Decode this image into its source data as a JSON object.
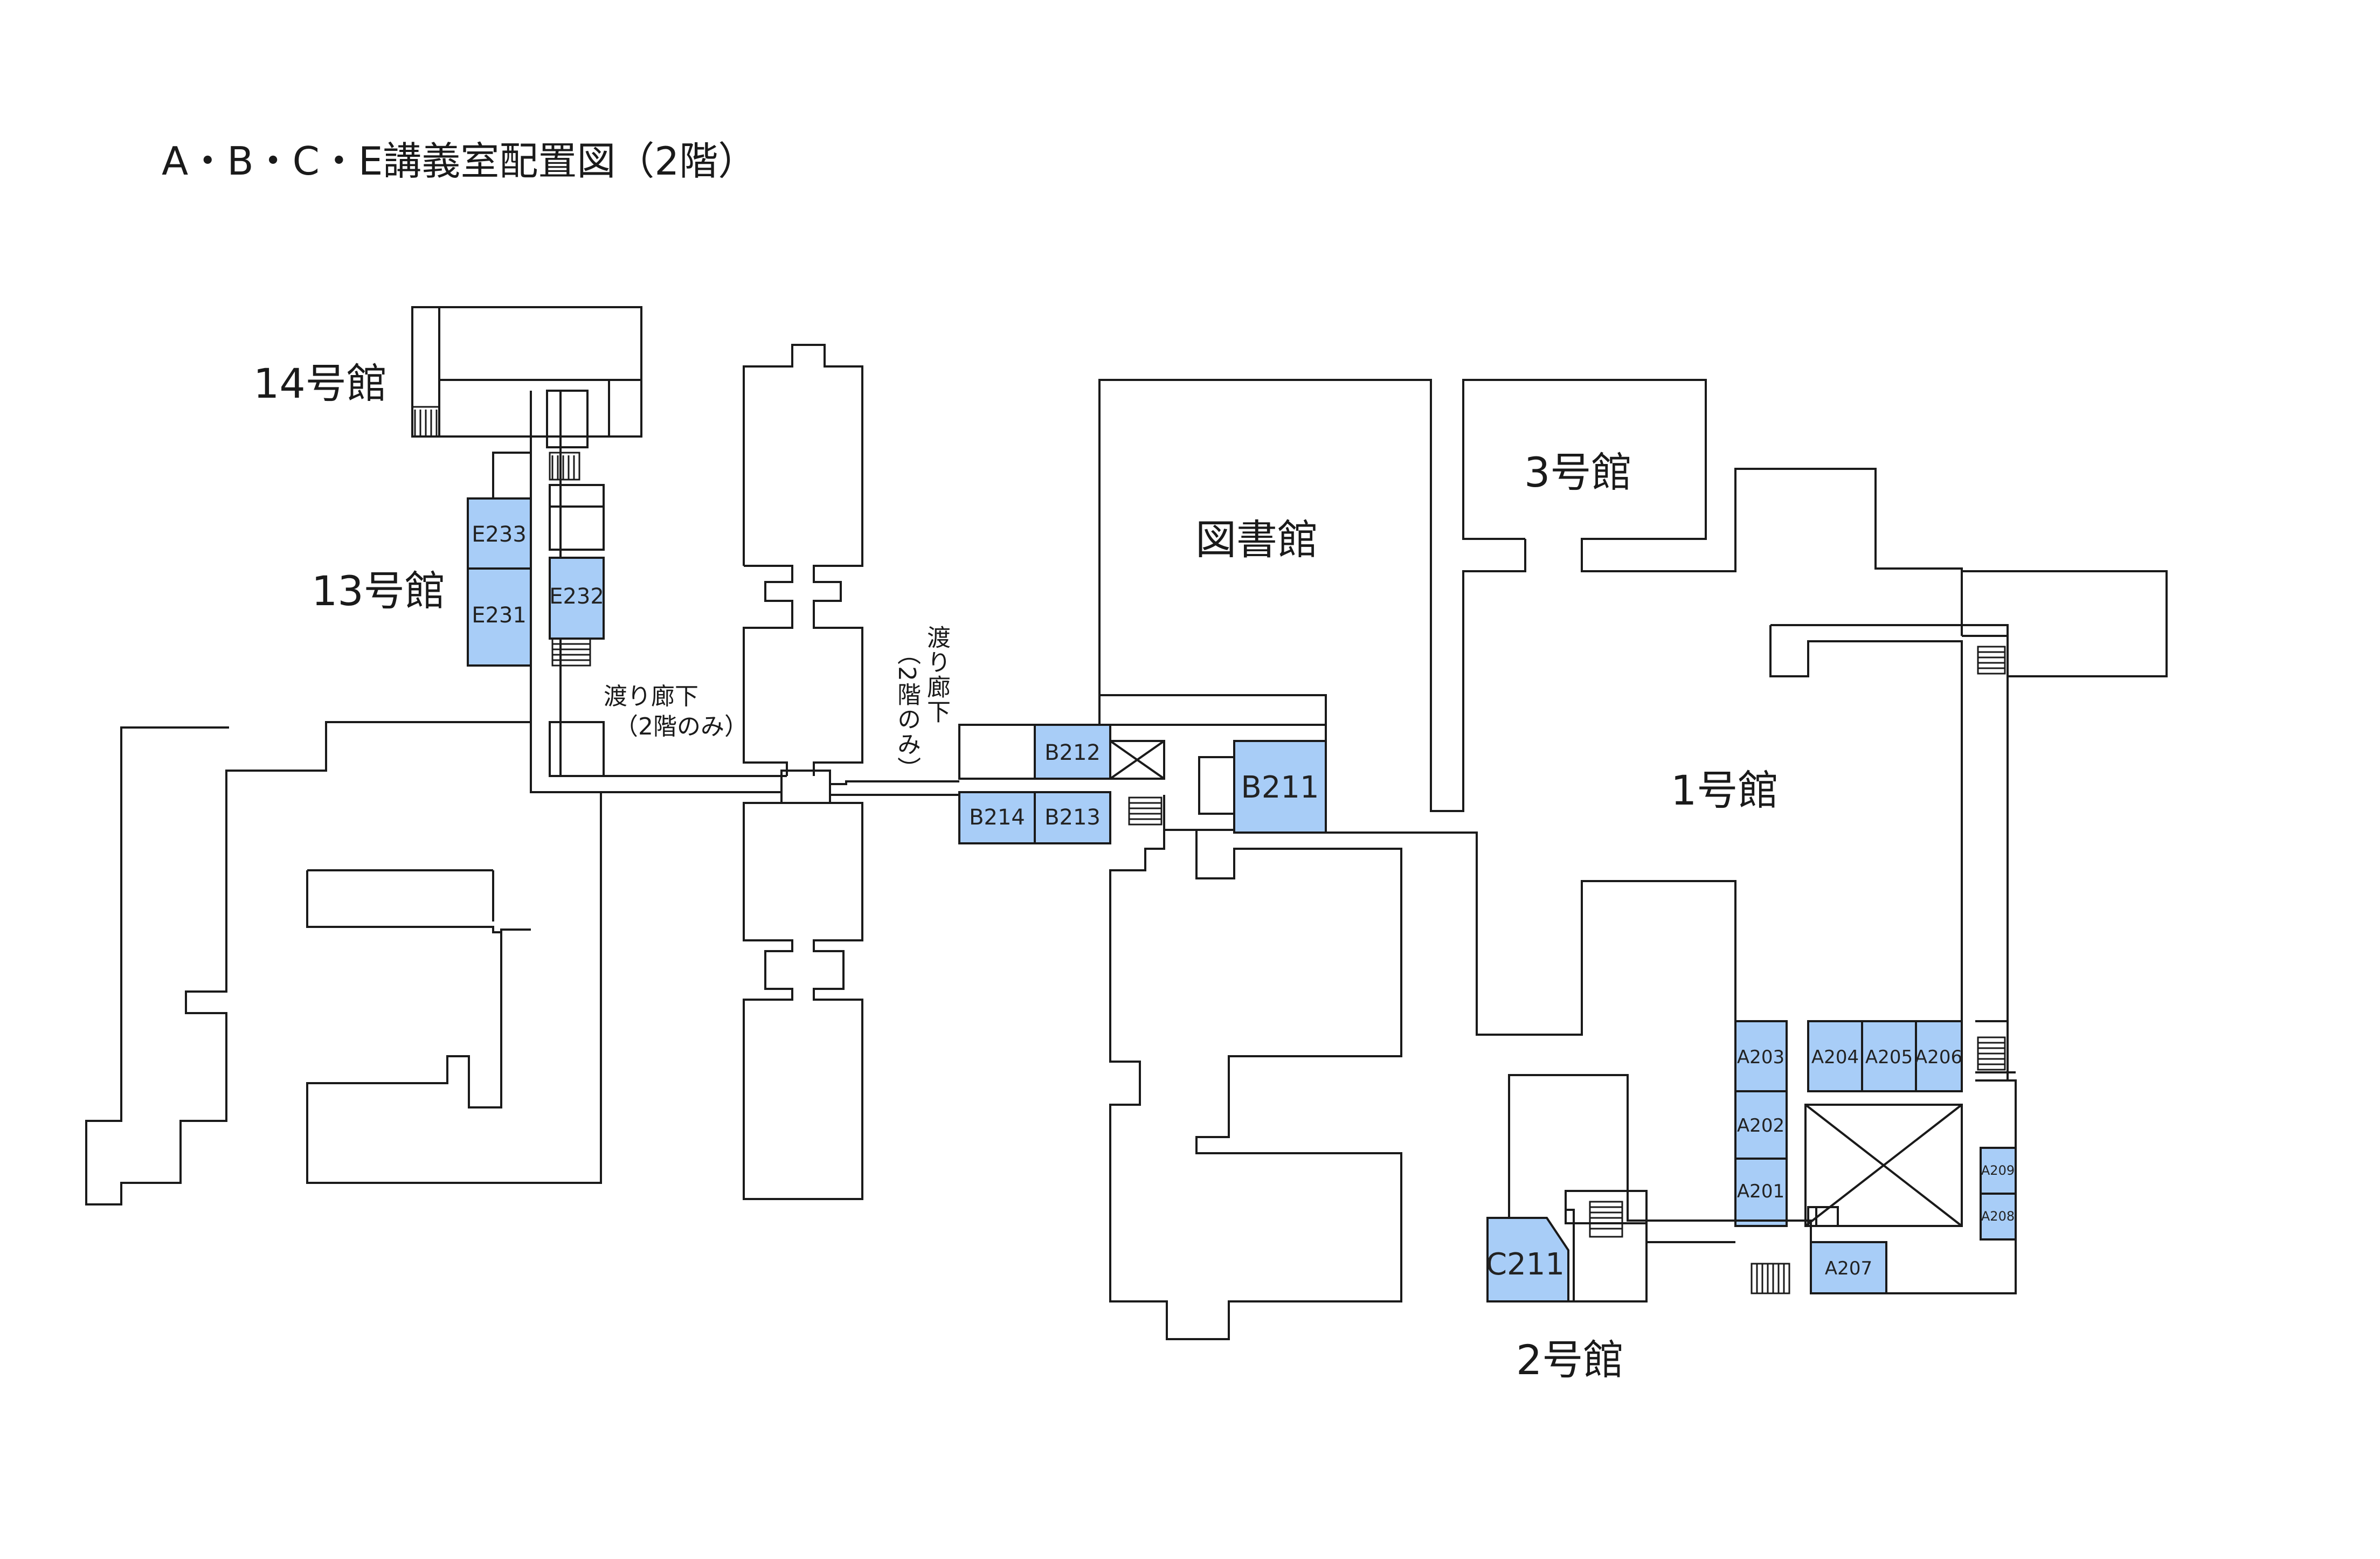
{
  "title": "A・B・C・E講義室配置図（2階）",
  "colors": {
    "room_fill": "#a8cdf7",
    "wall": "#1a1a1a",
    "background": "#ffffff"
  },
  "buildings": {
    "b14": "14号館",
    "b13": "13号館",
    "library": "図書館",
    "b3": "3号館",
    "b1": "1号館",
    "b2": "2号館"
  },
  "corridors": {
    "left_line1": "渡り廊下",
    "left_line2": "（2階のみ）",
    "right_vertical_col1": "渡り廊下",
    "right_vertical_col2": "（2階のみ）"
  },
  "rooms": {
    "E233": "E233",
    "E231": "E231",
    "E232": "E232",
    "B212": "B212",
    "B211": "B211",
    "B214": "B214",
    "B213": "B213",
    "A203": "A203",
    "A204": "A204",
    "A205": "A205",
    "A206": "A206",
    "A202": "A202",
    "A201": "A201",
    "A209": "A209",
    "A208": "A208",
    "A207": "A207",
    "C211": "C211"
  }
}
